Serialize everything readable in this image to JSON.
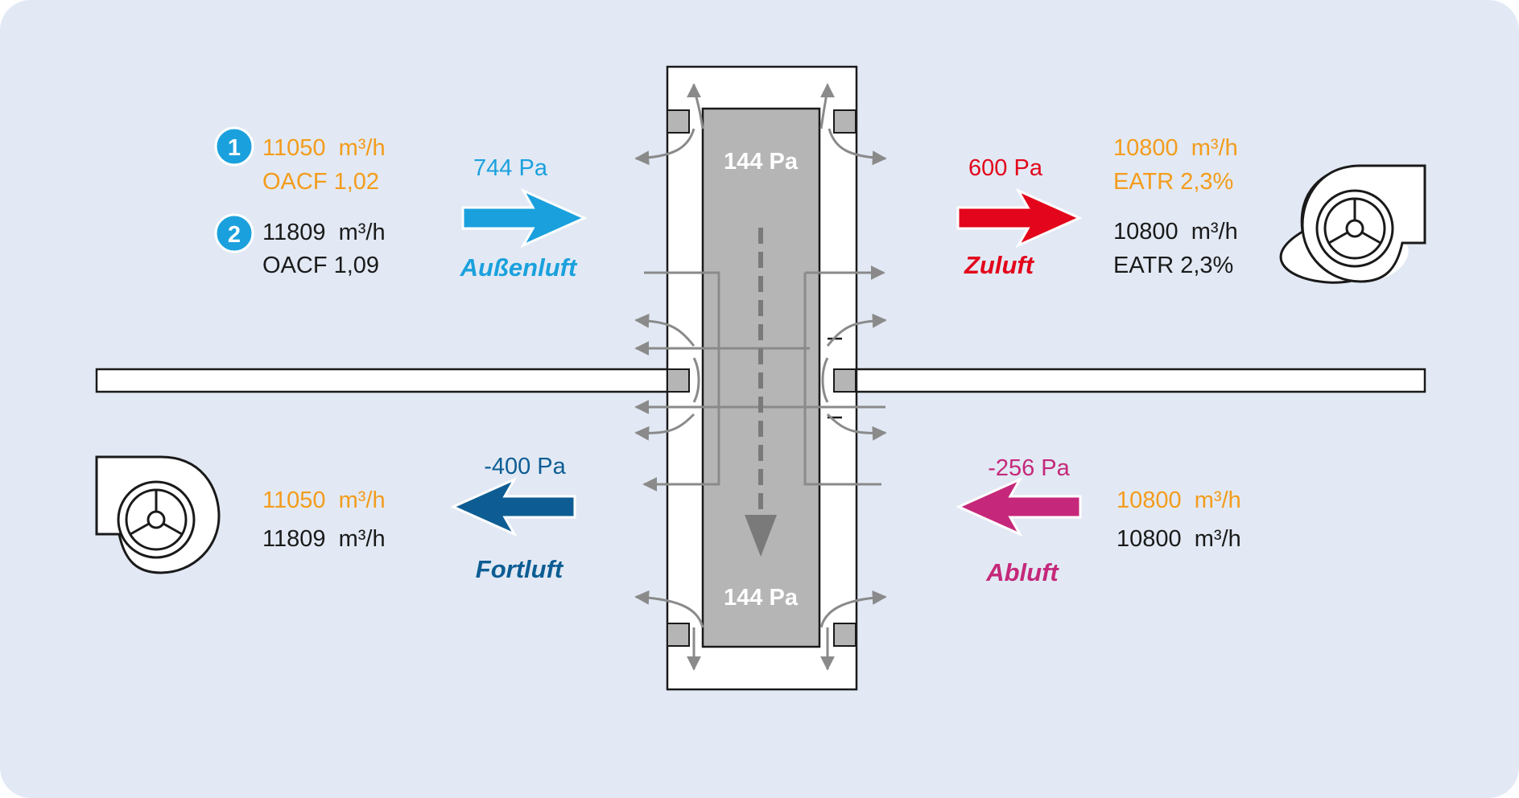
{
  "colors": {
    "background": "#e2e9f4",
    "orange": "#f39c1c",
    "dark": "#1a1a1a",
    "outdoor_blue": "#1aa1dd",
    "supply_red": "#e3051b",
    "exhaust_blue": "#0d5d94",
    "extract_magenta": "#c5287a",
    "grey": "#8a8a8a",
    "core_grey": "#b5b5b5",
    "badge_blue": "#1aa1dd"
  },
  "badges": [
    "1",
    "2"
  ],
  "outdoor": {
    "case1_flow": "11050  m³/h",
    "case1_oacf": "OACF 1,02",
    "case2_flow": "11809  m³/h",
    "case2_oacf": "OACF 1,09",
    "pressure": "744 Pa",
    "label": "Außenluft"
  },
  "supply": {
    "pressure": "600 Pa",
    "label": "Zuluft",
    "case1_flow": "10800  m³/h",
    "case1_eatr": "EATR 2,3%",
    "case2_flow": "10800  m³/h",
    "case2_eatr": "EATR 2,3%"
  },
  "exhaust": {
    "pressure": "-400 Pa",
    "label": "Fortluft",
    "case1_flow": "11050  m³/h",
    "case2_flow": "11809  m³/h"
  },
  "extract": {
    "pressure": "-256 Pa",
    "label": "Abluft",
    "case1_flow": "10800  m³/h",
    "case2_flow": "10800  m³/h"
  },
  "core": {
    "top_pressure": "144 Pa",
    "bottom_pressure": "144 Pa"
  },
  "icons": [
    "fan-icon",
    "arrow-icon"
  ]
}
